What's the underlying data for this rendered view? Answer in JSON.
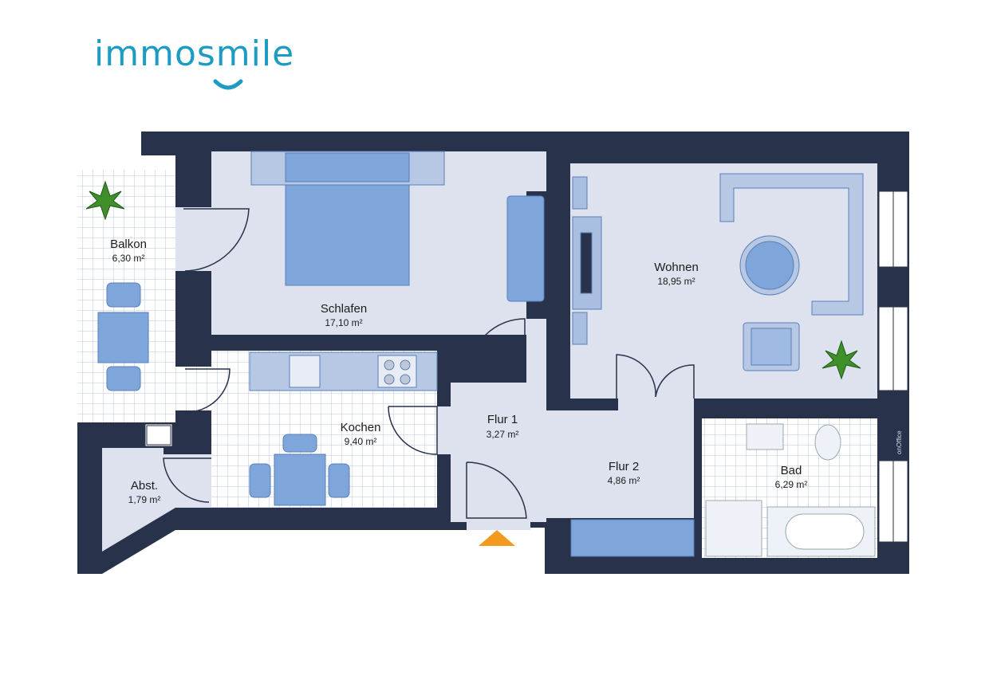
{
  "logo": {
    "text": "immosmile",
    "color": "#1c9cc2"
  },
  "colors": {
    "wall": "#28324a",
    "floor": "#dde2ee",
    "furniture": "#7ea6da",
    "tile": "#b8c6e0",
    "entrance": "#f29a1e"
  },
  "rooms": [
    {
      "name": "Balkon",
      "area": "6,30 m²"
    },
    {
      "name": "Schlafen",
      "area": "17,10 m²"
    },
    {
      "name": "Wohnen",
      "area": "18,95 m²"
    },
    {
      "name": "Kochen",
      "area": "9,40 m²"
    },
    {
      "name": "Flur 1",
      "area": "3,27 m²"
    },
    {
      "name": "Flur 2",
      "area": "4,86 m²"
    },
    {
      "name": "Bad",
      "area": "6,29 m²"
    },
    {
      "name": "Abst.",
      "area": "1,79 m²"
    }
  ],
  "watermark": "onOffice"
}
